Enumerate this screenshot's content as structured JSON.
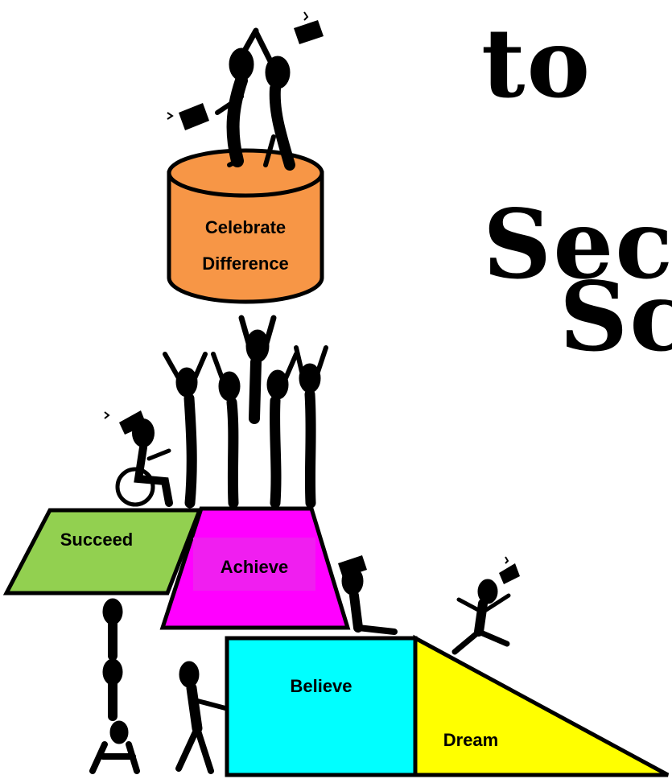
{
  "title": {
    "line1": "to",
    "line2": "Sec",
    "line3": "Sc"
  },
  "steps": {
    "celebrate": {
      "line1": "Celebrate",
      "line2": "Difference",
      "color": "#F79646"
    },
    "succeed": {
      "label": "Succeed",
      "color": "#92D050"
    },
    "achieve": {
      "label": "Achieve",
      "color": "#FF00FF"
    },
    "believe": {
      "label": "Believe",
      "color": "#00FFFF"
    },
    "dream": {
      "label": "Dream",
      "color": "#FFFF00"
    }
  },
  "icons": [
    "graduation-cap-icon",
    "figure-icon",
    "wheelchair-icon"
  ]
}
